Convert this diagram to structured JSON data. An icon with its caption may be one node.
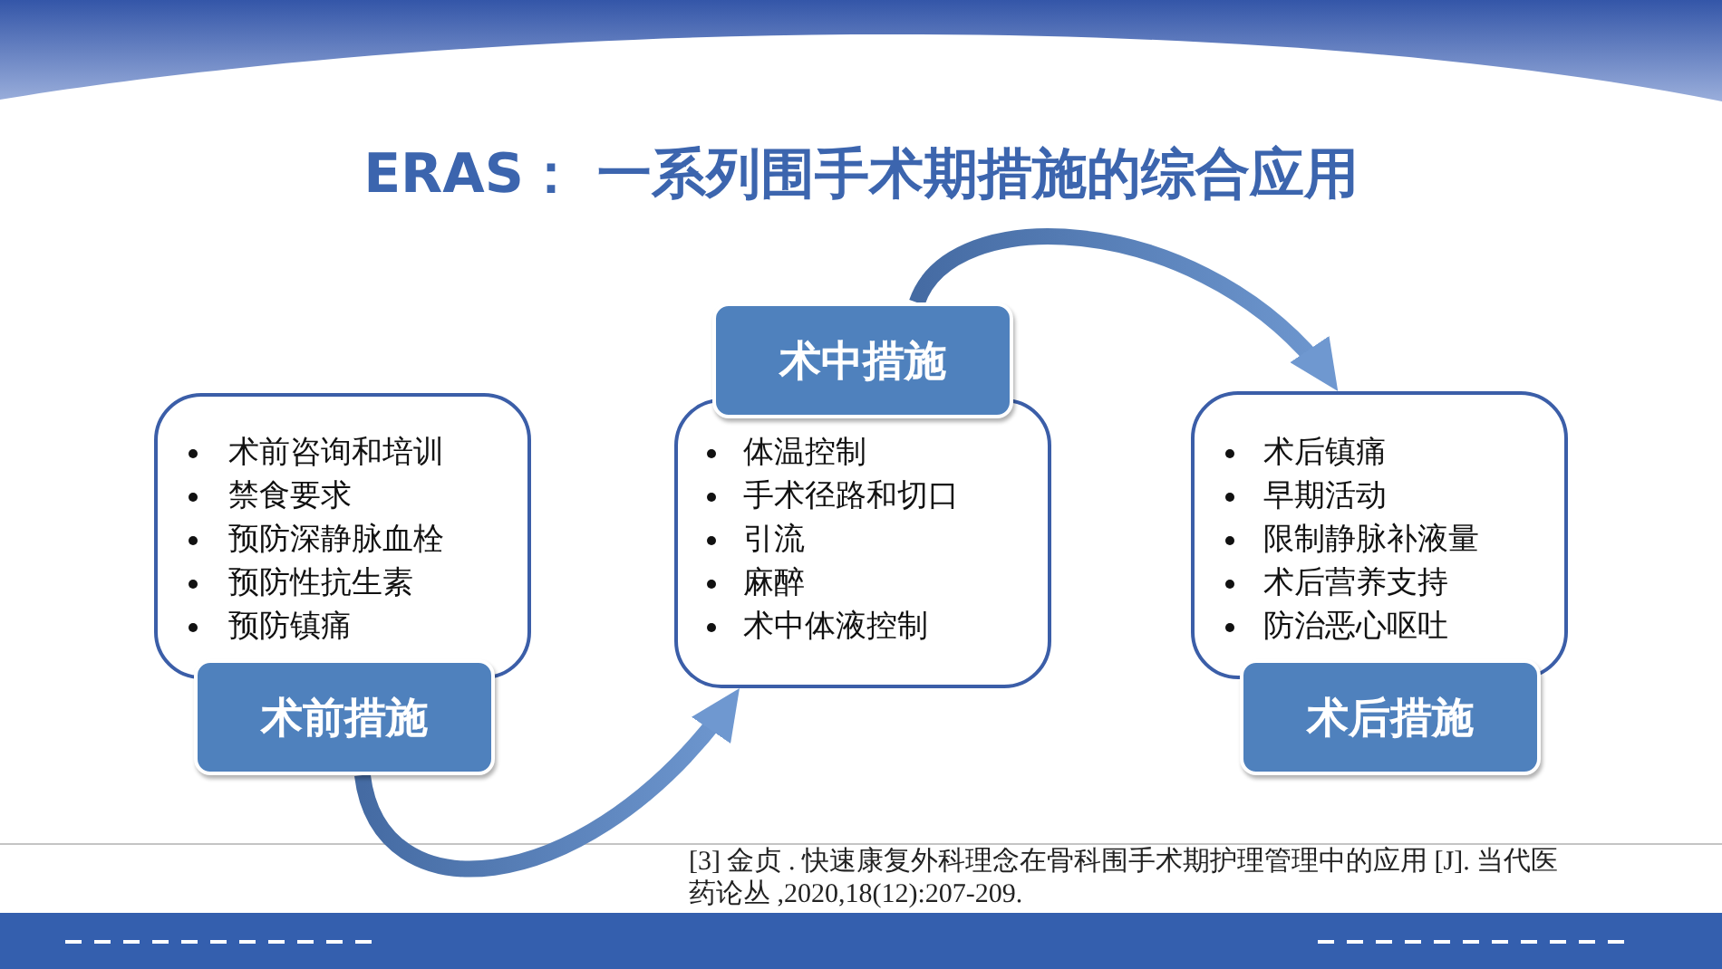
{
  "diagram": {
    "title": "ERAS： 一系列围手术期措施的综合应用",
    "nodes": [
      {
        "text": [
          "术前咨询和培训",
          "禁食要求",
          "预防深静脉血栓",
          "预防性抗生素",
          "预防镇痛"
        ]
      },
      {
        "text": [
          "术前措施"
        ]
      },
      {
        "text": [
          "术中措施"
        ]
      },
      {
        "text": [
          "体温控制",
          "手术径路和切口",
          "引流",
          "麻醉",
          "术中体液控制"
        ]
      },
      {
        "text": [
          "术后镇痛",
          "早期活动",
          "限制静脉补液量",
          "术后营养支持",
          "防治恶心呕吐"
        ]
      },
      {
        "text": [
          "术后措施"
        ]
      }
    ],
    "edges": [
      {
        "from": 1,
        "to": 3,
        "arrow": "to",
        "style": "thick"
      },
      {
        "from": 2,
        "to": 4,
        "arrow": "to",
        "style": "thick"
      }
    ],
    "labels": [
      "[3] 金贞 . 快速康复外科理念在骨科围手术期护理管理中的应用 [J]. 当代医药论丛 ,2020,18(12):207-209."
    ]
  }
}
